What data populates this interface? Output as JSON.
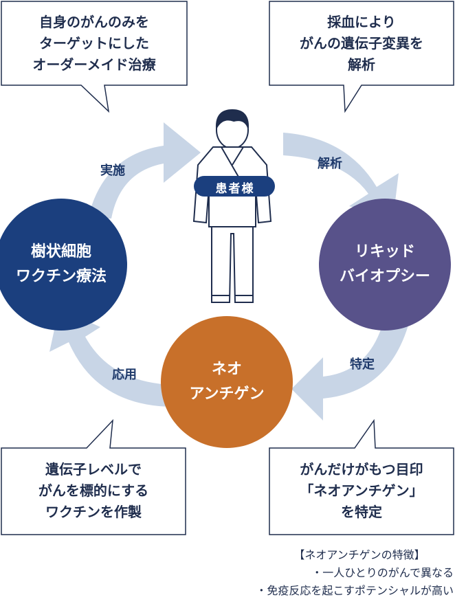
{
  "bubbles": {
    "top_left": [
      "自身のがんのみを",
      "ターゲットにした",
      "オーダーメイド治療"
    ],
    "top_right": [
      "採血により",
      "がんの遺伝子変異を",
      "解析"
    ],
    "bottom_left": [
      "遺伝子レベルで",
      "がんを標的にする",
      "ワクチンを作製"
    ],
    "bottom_right": [
      "がんだけがもつ目印",
      "「ネオアンチゲン」",
      "を特定"
    ]
  },
  "circles": {
    "dendritic": [
      "樹状細胞",
      "ワクチン療法"
    ],
    "liquid": [
      "リキッド",
      "バイオプシー"
    ],
    "neoantigen": [
      "ネオ",
      "アンチゲン"
    ]
  },
  "arrows": {
    "implement": "実施",
    "analyze": "解析",
    "identify": "特定",
    "apply": "応用"
  },
  "patient_label": "患者様",
  "note": {
    "title": "【ネオアンチゲンの特徴】",
    "items": [
      "・一人ひとりのがんで異なる",
      "・免疫反応を起こすポテンシャルが高い"
    ]
  },
  "colors": {
    "dendritic": "#1b3f7e",
    "liquid": "#58528a",
    "neoantigen": "#c8702a",
    "arrow": "#c8d5e6",
    "outline": "#1f2d4d"
  }
}
